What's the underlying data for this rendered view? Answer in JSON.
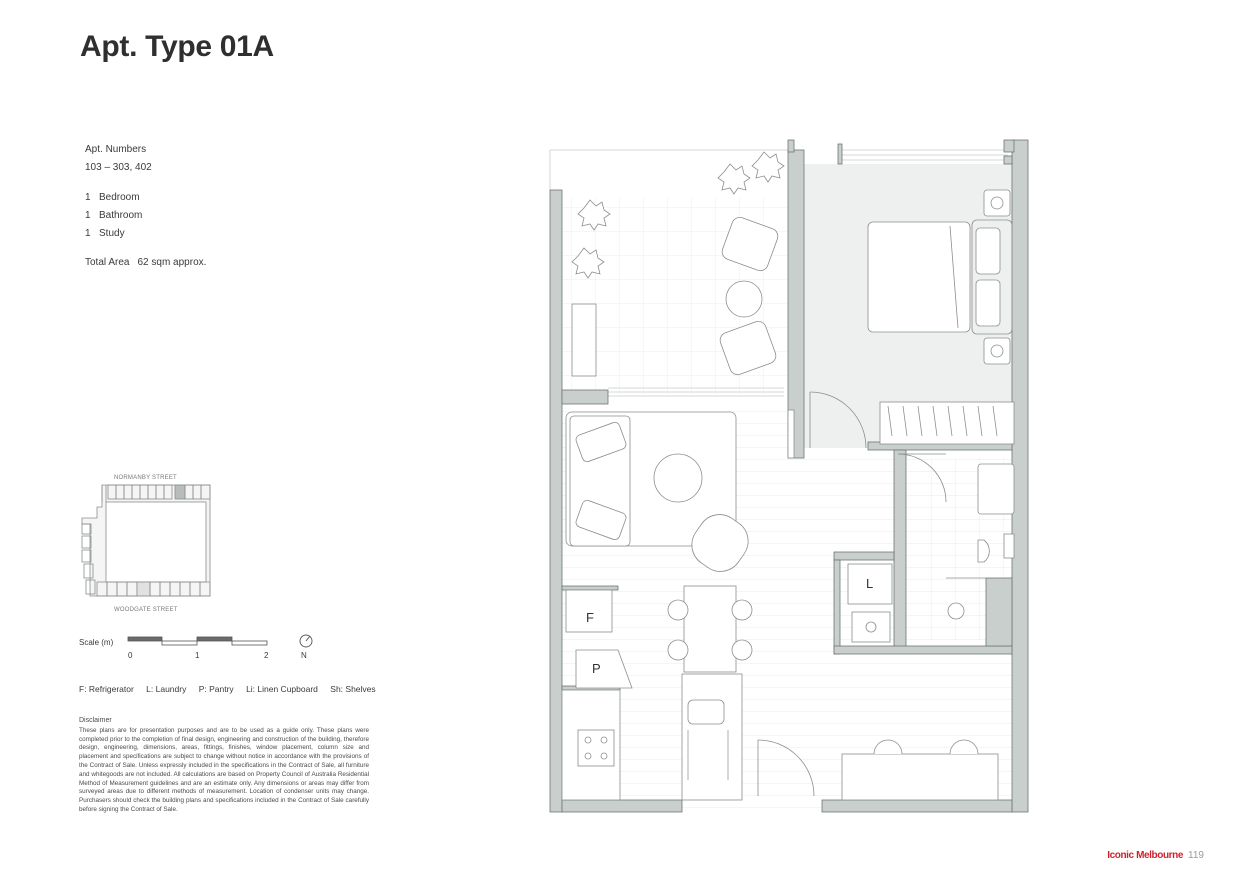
{
  "page": {
    "title": "Apt. Type 01A",
    "page_number": "119"
  },
  "info": {
    "apt_numbers_label": "Apt. Numbers",
    "apt_numbers_value": "103 – 303, 402",
    "rooms": [
      {
        "count": "1",
        "label": "Bedroom"
      },
      {
        "count": "1",
        "label": "Bathroom"
      },
      {
        "count": "1",
        "label": "Study"
      }
    ],
    "total_area_label": "Total Area",
    "total_area_value": "62 sqm approx."
  },
  "keyplan": {
    "top_street": "NORMANBY STREET",
    "bottom_street": "WOODGATE STREET"
  },
  "scale": {
    "label": "Scale (m)",
    "ticks": [
      "0",
      "1",
      "2"
    ],
    "north_label": "N"
  },
  "legend": [
    "F: Refrigerator",
    "L: Laundry",
    "P: Pantry",
    "Li: Linen Cupboard",
    "Sh: Shelves"
  ],
  "disclaimer": {
    "heading": "Disclaimer",
    "body": "These plans are for presentation purposes and are to be used as a guide only. These plans were completed prior to the completion of final design, engineering and construction of the building, therefore design, engineering, dimensions, areas, fittings, finishes, window placement, column size and placement and specifications are subject to change without notice in accordance with the provisions of the Contract of Sale. Unless expressly included in the specifications in the Contract of Sale, all furniture and whitegoods are not included. All calculations are based on Property Council of Australia Residential Method of Measurement guidelines and are an estimate only. Any dimensions or areas may differ from surveyed areas due to different methods of measurement. Location of condenser units may change. Purchasers should check the building plans and specifications included in the Contract of Sale carefully before signing the Contract of Sale."
  },
  "plan": {
    "labels": {
      "fridge": "F",
      "pantry": "P",
      "laundry": "L"
    }
  },
  "footer": {
    "brand": "Iconic Melbourne"
  },
  "colors": {
    "wall": "#c9cfcc",
    "wall_stroke": "#6d7572",
    "bedroom_floor": "#eef0ef",
    "line": "#8a8f8d",
    "accent_brand": "#d0222e"
  }
}
